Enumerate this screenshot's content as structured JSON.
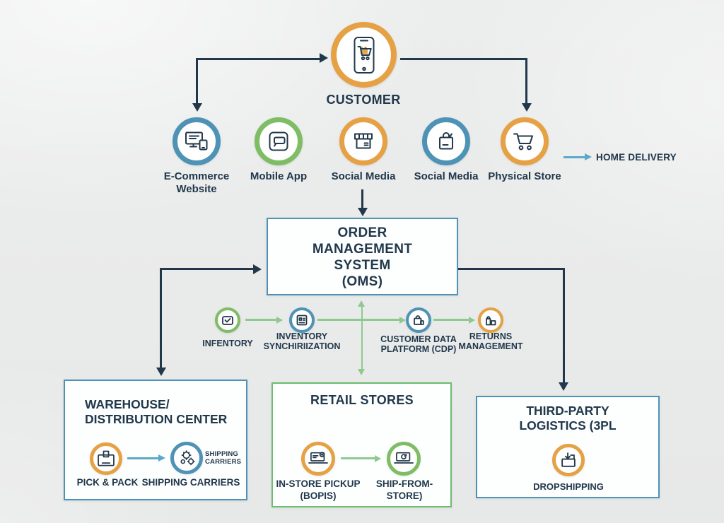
{
  "colors": {
    "orange": "#E5A144",
    "blue": "#4E93B5",
    "green": "#7EBD64",
    "navy": "#22384A",
    "green_arrow": "#8FC98F",
    "blue_arrow": "#5BA8C9",
    "retail_border": "#6CBD6E"
  },
  "customer": {
    "label": "CUSTOMER",
    "icon": "phone-shopping-cart-icon"
  },
  "channels": [
    {
      "label": "E-Commerce\nWebsite",
      "ring": "blue",
      "icon": "desktop-icon"
    },
    {
      "label": "Mobile App",
      "ring": "green",
      "icon": "mobile-app-icon"
    },
    {
      "label": "Social Media",
      "ring": "orange",
      "icon": "storefront-icon"
    },
    {
      "label": "Social Media",
      "ring": "blue",
      "icon": "shopping-bag-icon"
    },
    {
      "label": "Physical Store",
      "ring": "orange",
      "icon": "shopping-cart-icon"
    }
  ],
  "home_delivery": {
    "label": "HOME DELIVERY"
  },
  "oms": {
    "label": "ORDER\nMANAGEMENT\nSYSTEM\n(OMS)"
  },
  "integrations": [
    {
      "label": "INFENTORY",
      "ring": "green",
      "icon": "inventory-box-icon"
    },
    {
      "label": "INVENTORY\nSYNCHIRIIZATION",
      "ring": "blue",
      "icon": "sync-grid-icon"
    },
    {
      "label": "CUSTOMER DATA\nPLATFORM (CDP)",
      "ring": "blue",
      "icon": "data-bag-icon"
    },
    {
      "label": "RETURNS\nMANAGEMENT",
      "ring": "orange",
      "icon": "returns-boxes-icon"
    }
  ],
  "warehouse": {
    "title": "WAREHOUSE/\nDISTRIBUTION CENTER",
    "items": [
      {
        "label": "PICK & PACK",
        "ring": "orange",
        "icon": "package-icon"
      },
      {
        "label": "SHIPPING CARRIERS",
        "ring": "blue",
        "icon": "gears-icon"
      }
    ],
    "side_note": "SHIPPING\nCARRIERS"
  },
  "retail": {
    "title": "RETAIL STORES",
    "items": [
      {
        "label": "IN-STORE PICKUP\n(BOPIS)",
        "ring": "orange",
        "icon": "laptop-pickup-icon"
      },
      {
        "label": "SHIP-FROM-\nSTORE)",
        "ring": "green",
        "icon": "laptop-ship-icon"
      }
    ]
  },
  "third_party": {
    "title": "THIRD-PARTY\nLOGISTICS (3PL",
    "items": [
      {
        "label": "DROPSHIPPING",
        "ring": "orange",
        "icon": "dropship-icon"
      }
    ]
  }
}
